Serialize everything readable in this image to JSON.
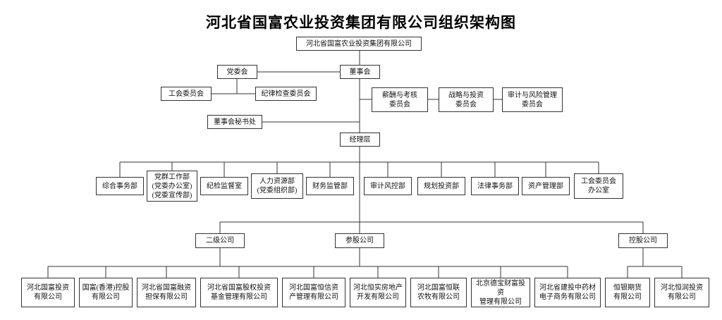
{
  "title": "河北省国富农业投资集团有限公司组织架构图",
  "org": {
    "root": "河北省国富农业投资集团有限公司",
    "board": "董事会",
    "party_committee": "党委会",
    "union_committee": "工会委员会",
    "discipline_inspection_committee": "纪律检查委员会",
    "board_secretariat": "董事会秘书处",
    "board_committees": [
      "薪酬与考核\n委员会",
      "战略与投资\n委员会",
      "审计与风险管理\n委员会"
    ],
    "management": "经理层",
    "departments": [
      "综合事务部",
      "党群工作部\n(党委办公室)\n(党委宣传部)",
      "纪检监督室",
      "人力资源部\n(党委组织部)",
      "财务监管部",
      "审计风控部",
      "规划投资部",
      "法律事务部",
      "资产管理部",
      "工会委员会\n办公室"
    ],
    "categories": [
      "二级公司",
      "参股公司",
      "控股公司"
    ],
    "companies": [
      "河北国富投资\n有限公司",
      "国富(香港)控股\n有限公司",
      "河北省国富融资\n担保有限公司",
      "河北省国富股权投资\n基金管理有限公司",
      "河北国富恒信资\n产管理有限公司",
      "河北恒实房地产\n开发有限公司",
      "河北国富恒联\n农牧有限公司",
      "北京德宝财富投资\n管理有限公司",
      "河北省建投中药材\n电子商务有限公司",
      "恒银期货\n有限公司",
      "河北恒润投资\n有限公司"
    ]
  }
}
